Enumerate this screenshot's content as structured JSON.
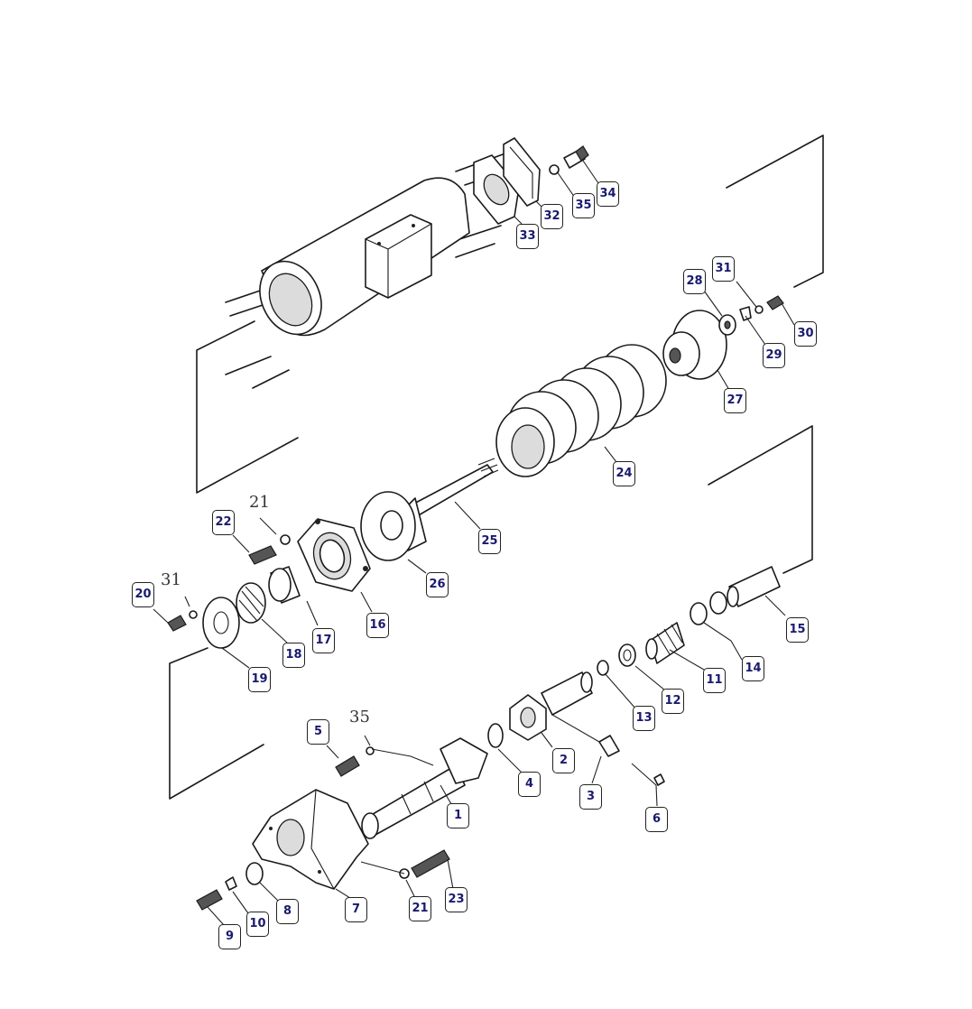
{
  "diagram": {
    "callouts": [
      "1",
      "2",
      "3",
      "4",
      "5",
      "6",
      "7",
      "8",
      "9",
      "10",
      "11",
      "12",
      "13",
      "14",
      "15",
      "16",
      "17",
      "18",
      "19",
      "20",
      "21",
      "22",
      "23",
      "24",
      "25",
      "26",
      "27",
      "28",
      "29",
      "30",
      "31",
      "32",
      "33",
      "34",
      "35"
    ],
    "plain_labels": {
      "label_21": "21",
      "label_31": "31",
      "label_35": "35"
    }
  },
  "style": {
    "callout_text": "#1a1a6e",
    "line_color": "#1a1a1a"
  }
}
